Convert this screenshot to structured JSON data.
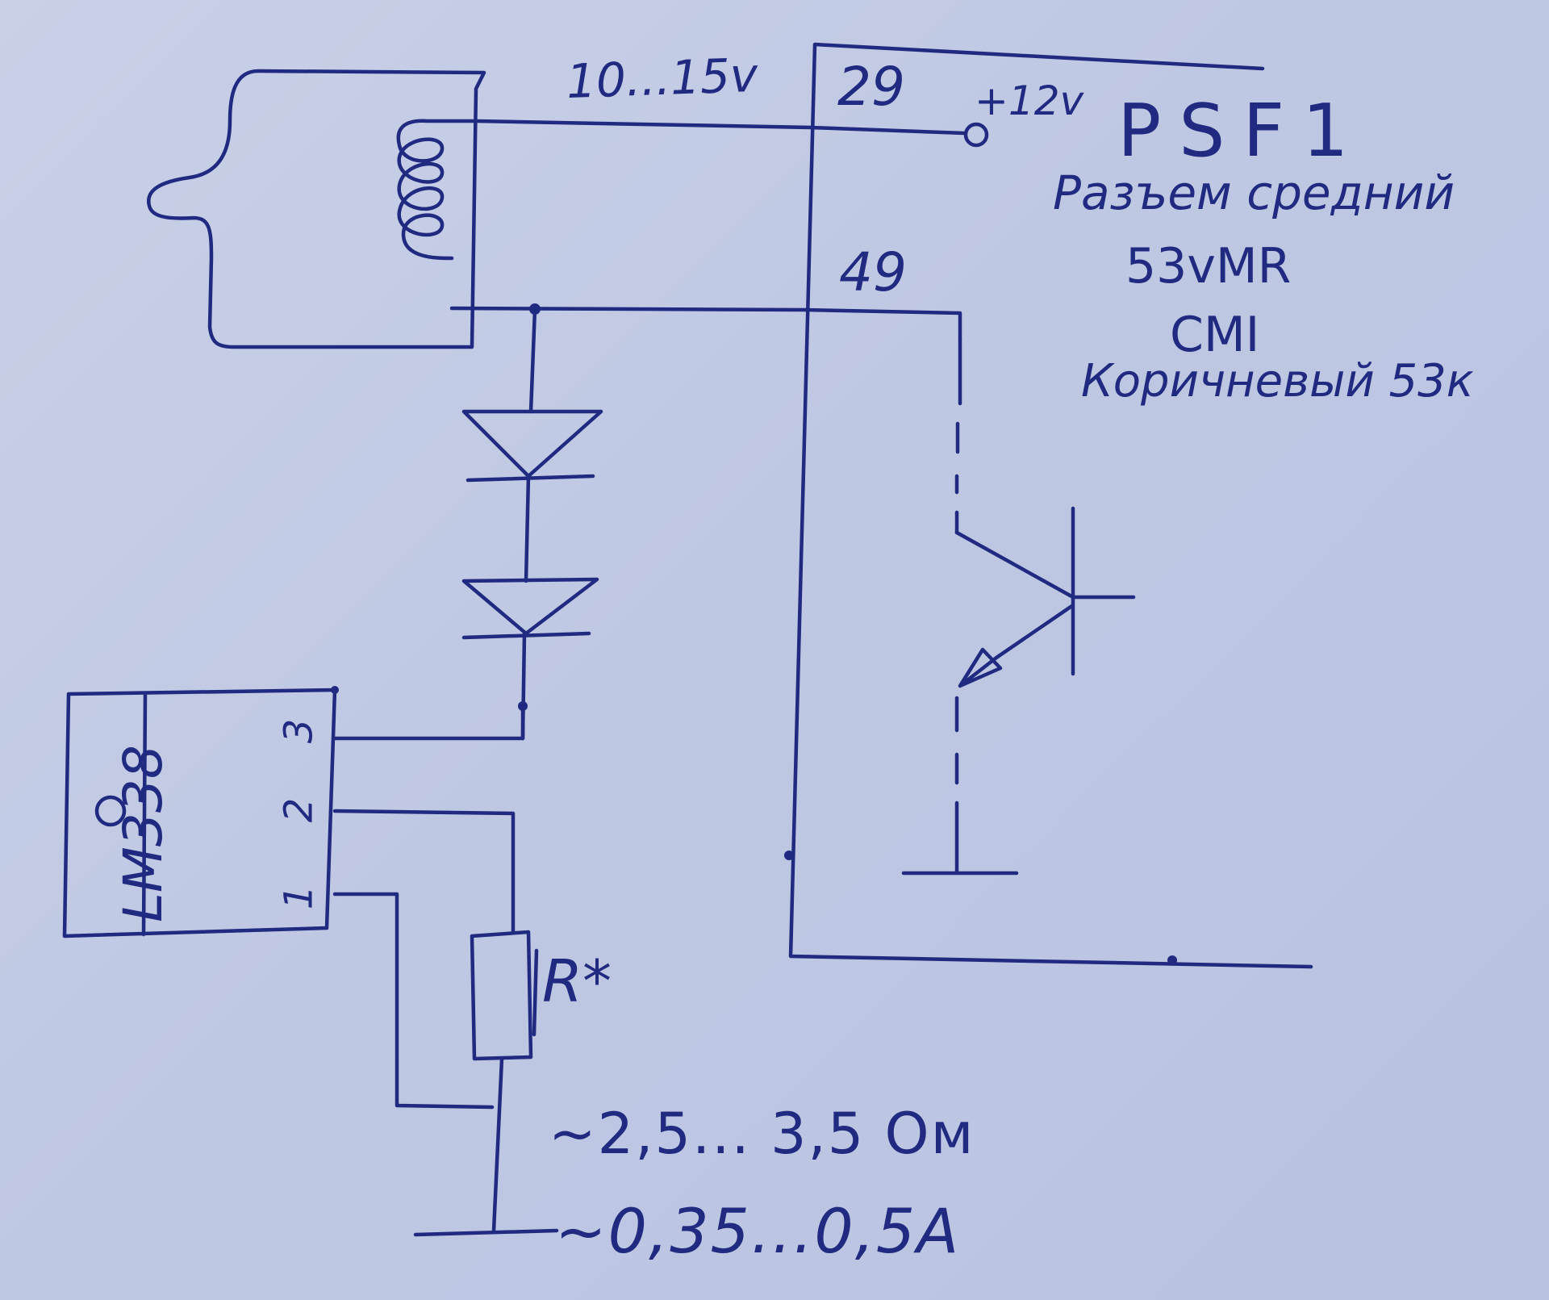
{
  "labels": {
    "supply_range": "10...15v",
    "pin29": "29",
    "plus12v": "+12v",
    "pin49": "49",
    "title": "PSF1",
    "connector": "Разъем средний",
    "model": "53vMR",
    "cmi": "CMI",
    "wire": "Коричневый 53к",
    "chip_name": "LM338",
    "chip_pin3": "3",
    "chip_pin2": "2",
    "chip_pin1": "1",
    "resistor": "R*",
    "resistance": "~2,5... 3,5 Ом",
    "current": "~0,35...0,5А"
  },
  "colors": {
    "ink": "#1f2a80",
    "paper": "#c5cde6"
  }
}
